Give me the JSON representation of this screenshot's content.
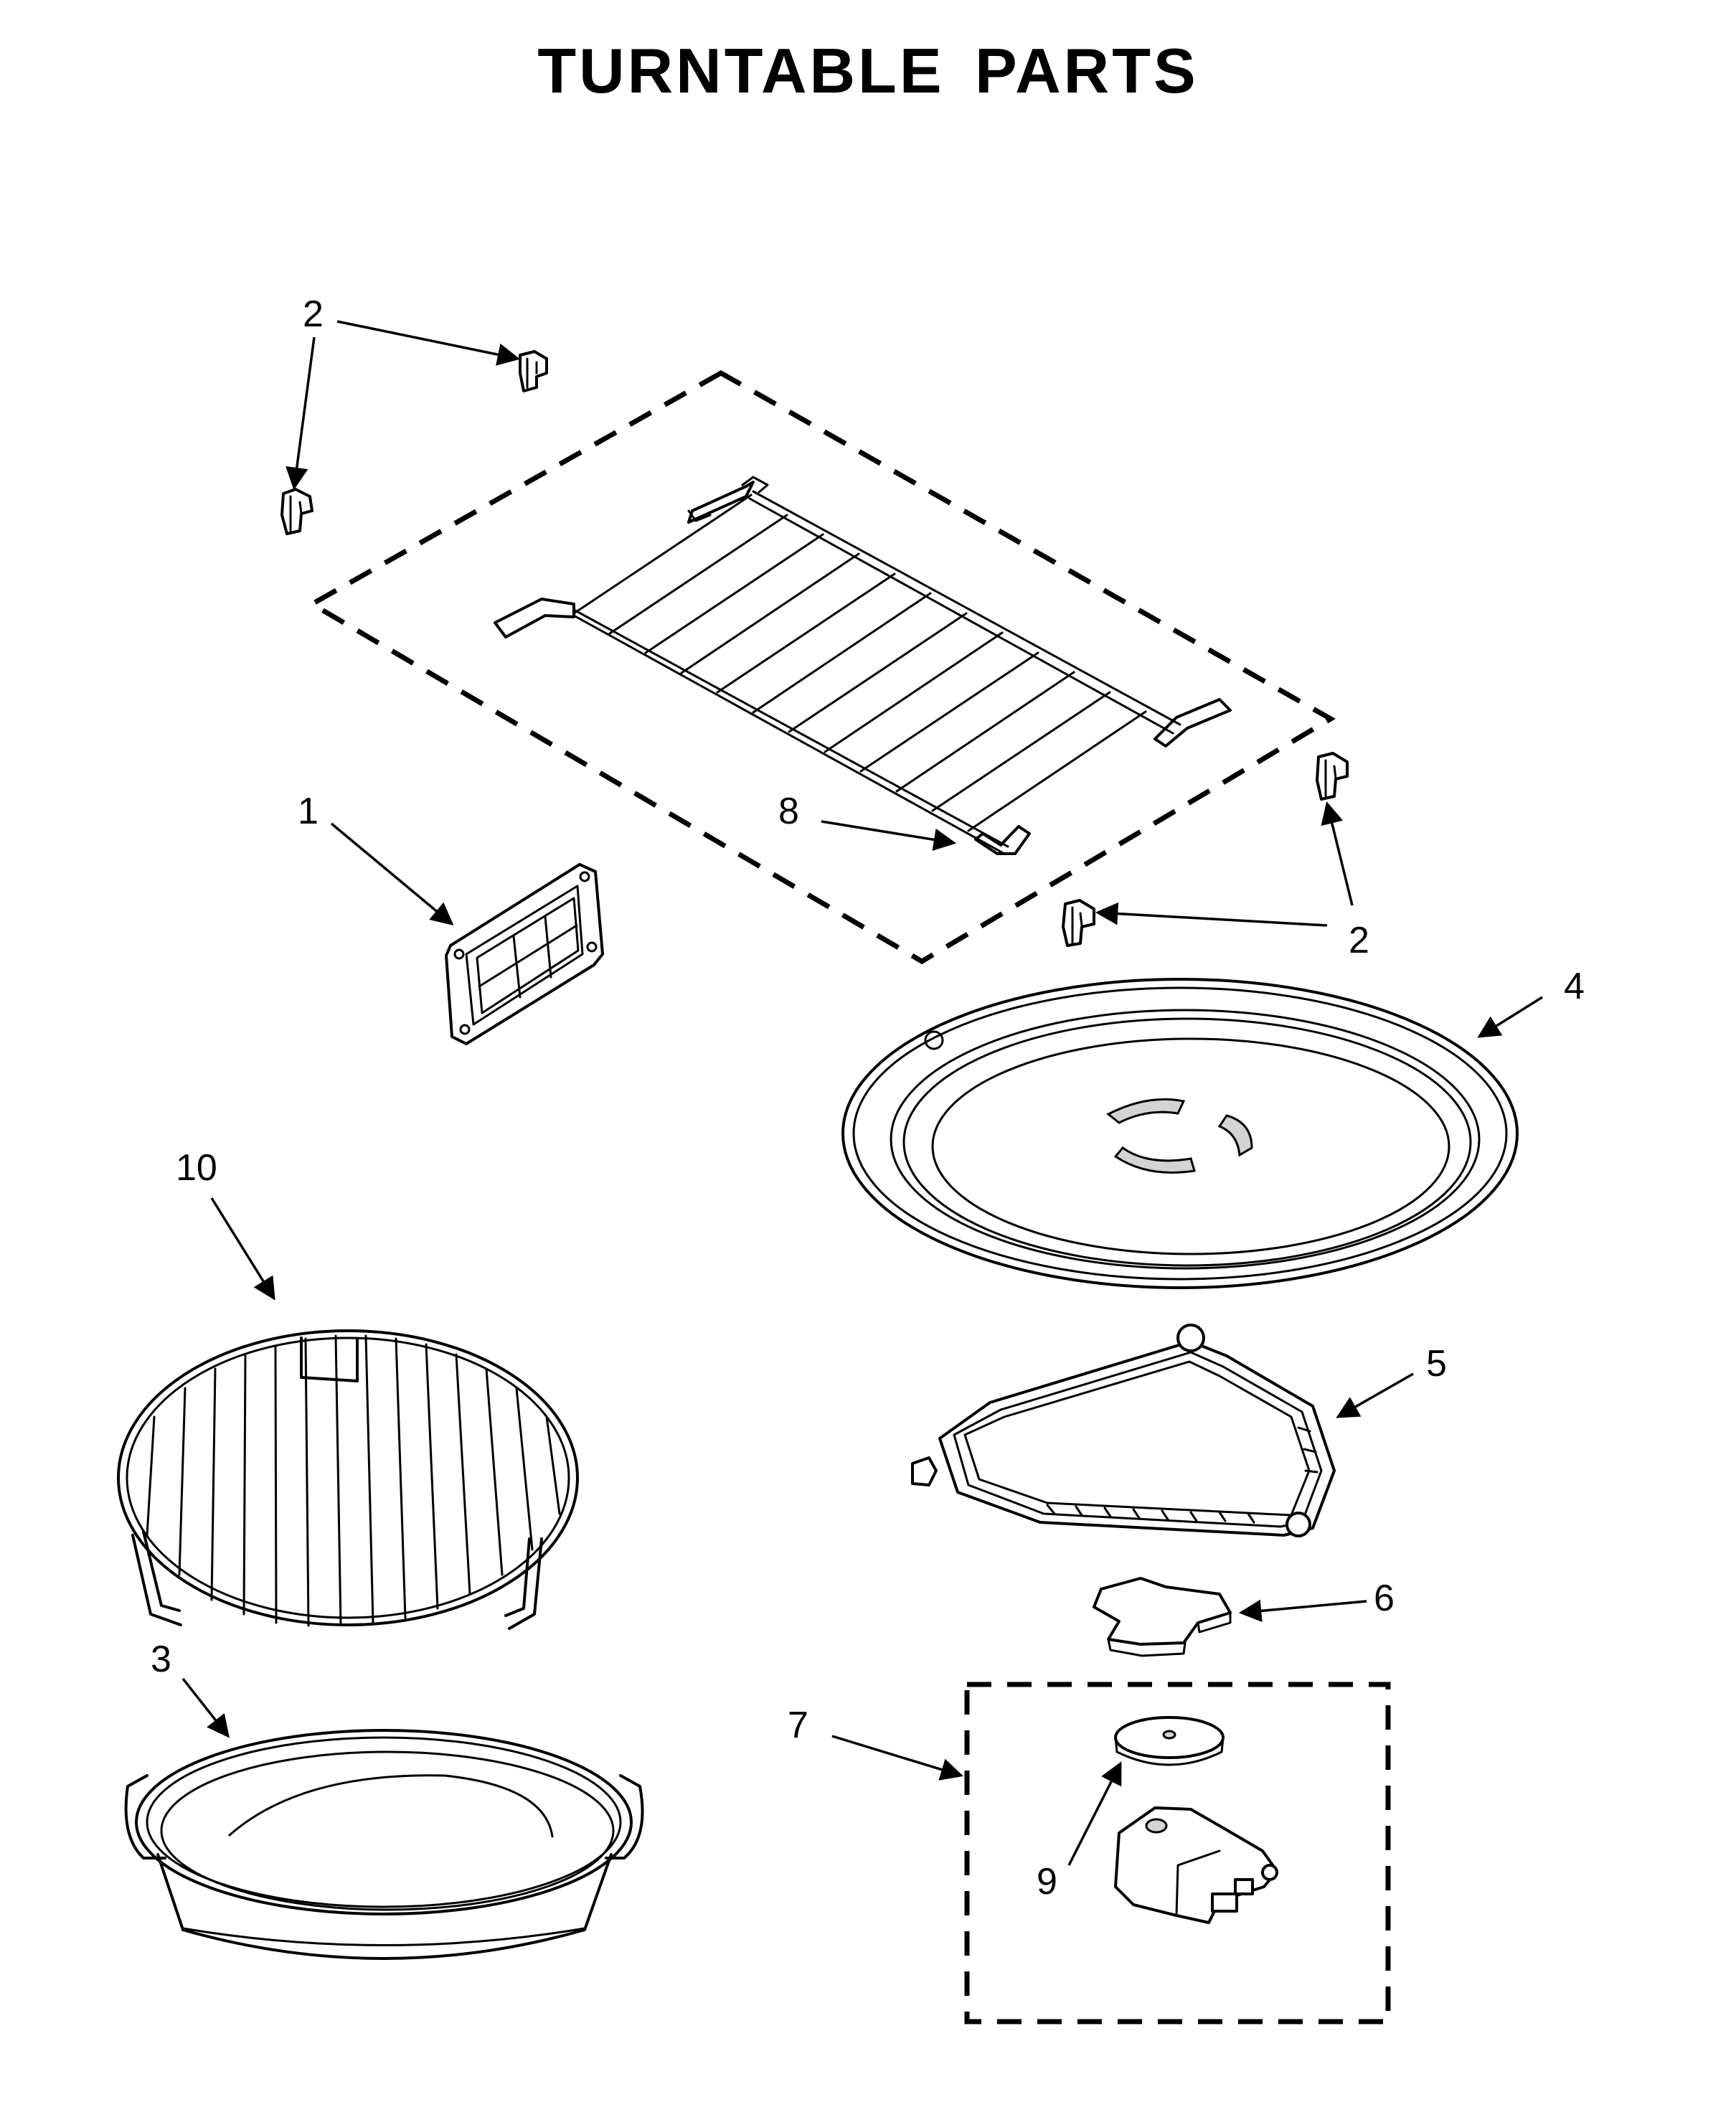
{
  "title": "TURNTABLE PARTS",
  "callouts": {
    "part1": "1",
    "part2a": "2",
    "part2b": "2",
    "part3": "3",
    "part4": "4",
    "part5": "5",
    "part6": "6",
    "part7": "7",
    "part8": "8",
    "part9": "9",
    "part10": "10"
  },
  "colors": {
    "line": "#000000",
    "background": "#ffffff",
    "shade": "#d4d4d4"
  }
}
